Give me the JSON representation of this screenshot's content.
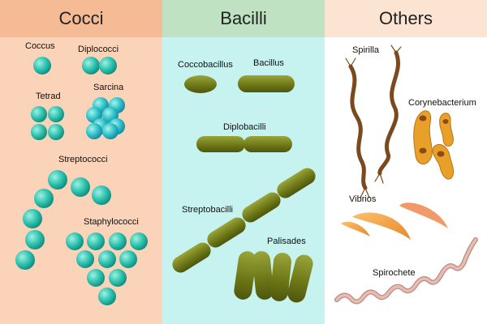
{
  "colors": {
    "cocci_bg": "#fbd3b9",
    "cocci_header": "#f5bb94",
    "bacilli_bg": "#c6f2ef",
    "bacilli_header": "#bfe3c2",
    "others_bg": "#ffffff",
    "others_header": "#fbe4d2",
    "coccus_fill": "#2fc3b0",
    "bacillus_fill": "#6f7a18",
    "spirilla_fill": "#7a4a1e",
    "coryne_fill": "#e8a028",
    "vibrio_fill": "#f3a24a",
    "spirochete_fill": "#e3b0a3"
  },
  "columns": {
    "cocci": {
      "title": "Cocci",
      "labels": {
        "coccus": "Coccus",
        "diplococci": "Diplococci",
        "tetrad": "Tetrad",
        "sarcina": "Sarcina",
        "streptococci": "Streptococci",
        "staphylococci": "Staphylococci"
      }
    },
    "bacilli": {
      "title": "Bacilli",
      "labels": {
        "coccobacillus": "Coccobacillus",
        "bacillus": "Bacillus",
        "diplobacilli": "Diplobacilli",
        "streptobacilli": "Streptobacilli",
        "palisades": "Palisades"
      }
    },
    "others": {
      "title": "Others",
      "labels": {
        "spirilla": "Spirilla",
        "corynebacterium": "Corynebacterium",
        "vibrios": "Vibrios",
        "spirochete": "Spirochete"
      }
    }
  }
}
